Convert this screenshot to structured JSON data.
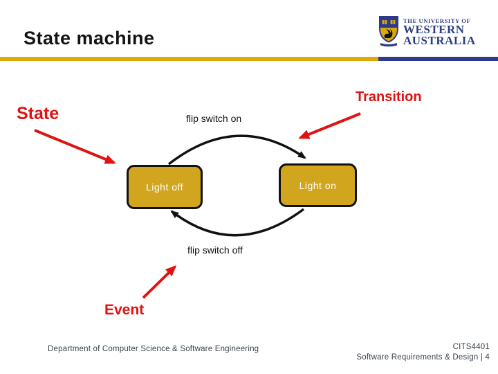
{
  "slide": {
    "title": "State machine",
    "logo": {
      "line1": "THE UNIVERSITY OF",
      "line2": "WESTERN",
      "line3": "AUSTRALIA"
    },
    "colors": {
      "annotation_red": "#e01212",
      "state_box_gold": "#d2a51f",
      "bar_gold": "#dcab0b",
      "uwa_navy": "#2d3a8c",
      "footer_text": "#3a434f",
      "stroke_black": "#111111"
    },
    "diagram": {
      "state_annotation": "State",
      "transition_annotation": "Transition",
      "event_annotation": "Event",
      "states": [
        {
          "label": "Light off"
        },
        {
          "label": "Light on"
        }
      ],
      "transitions": [
        {
          "label": "flip switch on"
        },
        {
          "label": "flip switch off"
        }
      ]
    },
    "footer": {
      "department": "Department of Computer Science & Software Engineering",
      "course": "CITS4401",
      "subtitle": "Software Requirements & Design | 4"
    }
  }
}
